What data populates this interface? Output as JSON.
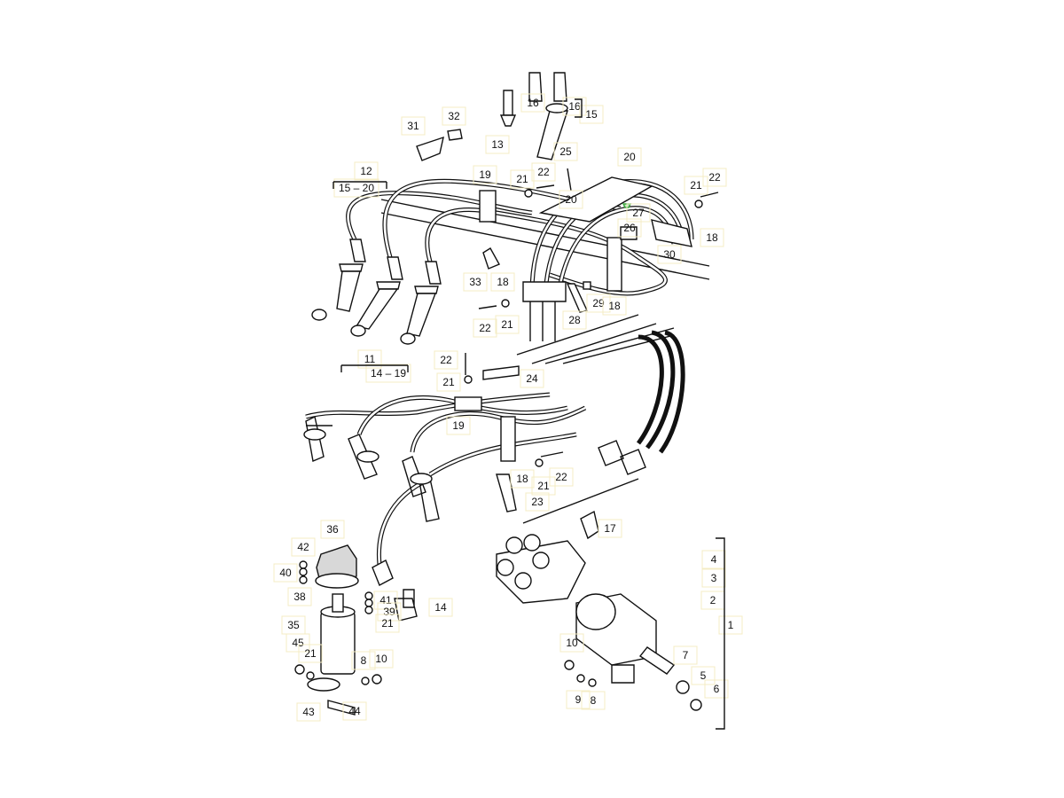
{
  "diagram": {
    "title": "Ignition system parts diagram",
    "callouts": [
      "12",
      "15 – 20",
      "31",
      "32",
      "13",
      "16",
      "16",
      "15",
      "25",
      "22",
      "20",
      "21",
      "19",
      "20",
      "27",
      "26",
      "21",
      "22",
      "18",
      "30",
      "33",
      "18",
      "28",
      "29",
      "18",
      "22",
      "21",
      "11",
      "14 – 19",
      "22",
      "21",
      "24",
      "19",
      "18",
      "21",
      "22",
      "23",
      "17",
      "4",
      "3",
      "2",
      "1",
      "36",
      "42",
      "40",
      "38",
      "41",
      "39",
      "21",
      "14",
      "35",
      "45",
      "21",
      "8",
      "10",
      "43",
      "44",
      "10",
      "9",
      "8",
      "7",
      "5",
      "6"
    ],
    "highlight_color": "#3aa63a"
  }
}
